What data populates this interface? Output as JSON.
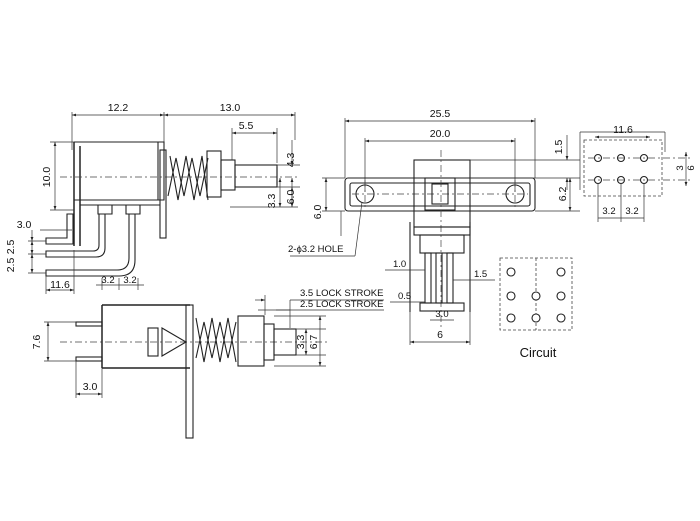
{
  "dims": {
    "side_top_left": "12.2",
    "side_top_right": "13.0",
    "plunger_len": "5.5",
    "plunger_dia": "4.3",
    "body_h": "10.0",
    "ctr_to_base": "6.0",
    "plunger_tip": "3.3",
    "pin_row": "3.0",
    "pin_pitch_a": "2.5",
    "pin_pitch_b": "2.5",
    "pin_gap_a": "3.2",
    "pin_gap_b": "3.2",
    "base_len": "11.6",
    "front_total": "25.5",
    "hole_pitch": "20.0",
    "flange_h": "6.0",
    "hole_note": "2-ϕ3.2 HOLE",
    "top_gap": "1.5",
    "block_h": "6.2",
    "pin_w": "1.0",
    "pin_step": "1.5",
    "pin_thick": "0.5",
    "pin_span": "3.0",
    "body_w": "6",
    "lock_stroke_a": "3.5 LOCK STROKE",
    "lock_stroke_b": "2.5 LOCK STROKE",
    "stroke_dia_a": "3.3",
    "stroke_dia_b": "6.7",
    "lower_h": "7.6",
    "lower_pin": "3.0",
    "pcb_len": "11.6",
    "pcb_row": "3",
    "pcb_total": "6",
    "pcb_pitch_a": "3.2",
    "pcb_pitch_b": "3.2"
  },
  "circuit_label": "Circuit"
}
